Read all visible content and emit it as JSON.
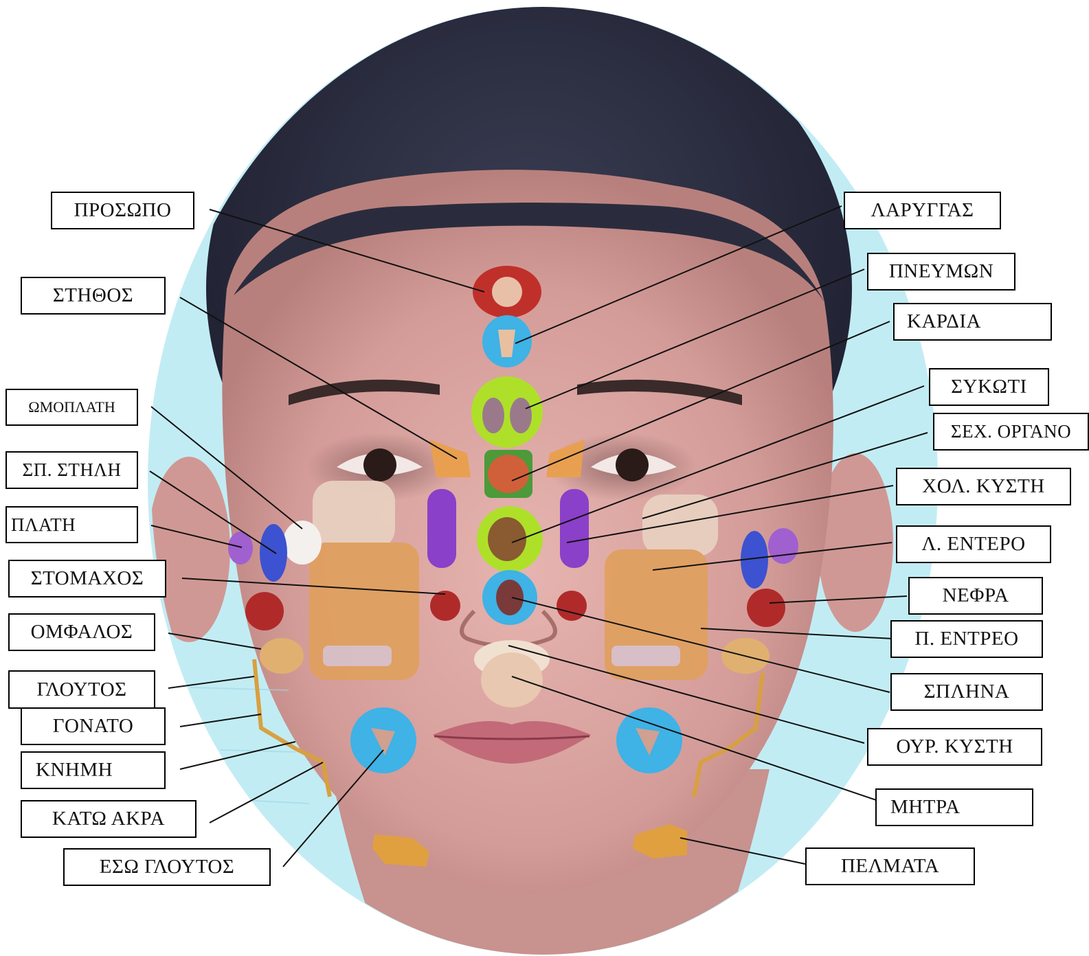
{
  "diagram": {
    "labels": {
      "prosopo": "ΠΡΟΣΩΠΟ",
      "stithos": "ΣΤΗΘΟΣ",
      "omoplati": "ΩΜΟΠΛΑΤΗ",
      "sp_stili": "ΣΠ. ΣΤΗΛΗ",
      "plati": "ΠΛΑΤΗ",
      "stomachos": "ΣΤΟΜΑΧΟΣ",
      "omfalos": "ΟΜΦΑΛΟΣ",
      "gloutos": "ΓΛΟΥΤΟΣ",
      "gonato": "ΓΟΝΑΤΟ",
      "knimi": "ΚΝΗΜΗ",
      "kato_akra": "ΚΑΤΩ ΑΚΡΑ",
      "eso_gloutos": "ΕΣΩ ΓΛΟΥΤΟΣ",
      "larygas": "ΛΑΡΥΓΓΑΣ",
      "pnevmon": "ΠΝΕΥΜΩΝ",
      "kardia": "ΚΑΡΔΙΑ",
      "sykoti": "ΣΥΚΩΤΙ",
      "sex_organo": "ΣΕΧ. ΟΡΓΑΝΟ",
      "chol_kysti": "ΧΟΛ. ΚΥΣΤΗ",
      "l_entero": "Λ. ΕΝΤΕΡΟ",
      "nefra": "ΝΕΦΡΑ",
      "p_entreo": "Π. ΕΝΤΡΕΟ",
      "splina": "ΣΠΛΗΝΑ",
      "our_kysti": "ΟΥΡ. ΚΥΣΤΗ",
      "mitra": "ΜΗΤΡΑ",
      "pelmata": "ΠΕΛΜΑΤΑ"
    }
  },
  "colors": {
    "background": "#ffffff",
    "halo": "#c2ecf4",
    "skin": "#dca6a4",
    "hair": "#2a2c3e",
    "leader_line": "#111111",
    "marker_blue": "#3fb2e6",
    "marker_green": "#aee02a",
    "marker_red": "#c0302a",
    "marker_purple": "#8a40c8",
    "marker_orange": "#e8a050",
    "marker_tan": "#e0b070"
  }
}
